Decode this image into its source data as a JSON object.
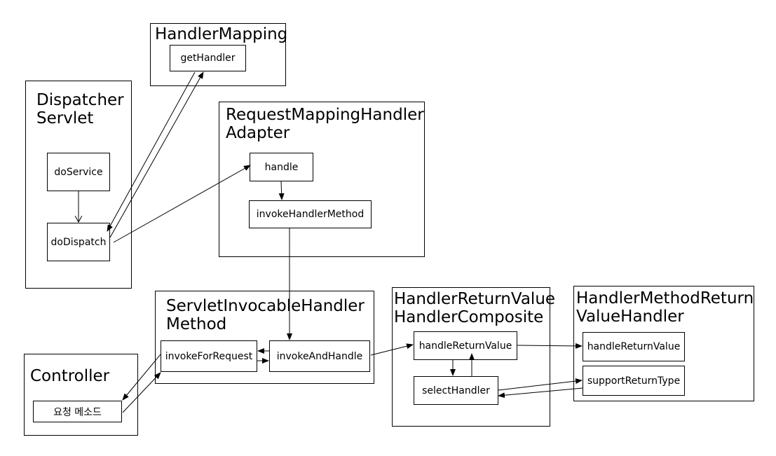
{
  "containers": {
    "handler_mapping": {
      "title": "HandlerMapping"
    },
    "dispatcher_servlet": {
      "title": "Dispatcher\nServlet"
    },
    "request_mapping_adapter": {
      "title": "RequestMappingHandler\nAdapter"
    },
    "servlet_invocable": {
      "title": "ServletInvocableHandler\nMethod"
    },
    "return_composite": {
      "title": "HandlerReturnValue\nHandlerComposite"
    },
    "method_return_handler": {
      "title": "HandlerMethodReturn\nValueHandler"
    },
    "controller": {
      "title": "Controller"
    }
  },
  "boxes": {
    "get_handler": "getHandler",
    "do_service": "doService",
    "do_dispatch": "doDispatch",
    "handle": "handle",
    "invoke_handler_method": "invokeHandlerMethod",
    "invoke_for_request": "invokeForRequest",
    "invoke_and_handle": "invokeAndHandle",
    "composite_handle_return_value": "handleReturnValue",
    "select_handler": "selectHandler",
    "handle_return_value": "handleReturnValue",
    "support_return_type": "supportReturnType",
    "request_method": "요청 메소드"
  }
}
